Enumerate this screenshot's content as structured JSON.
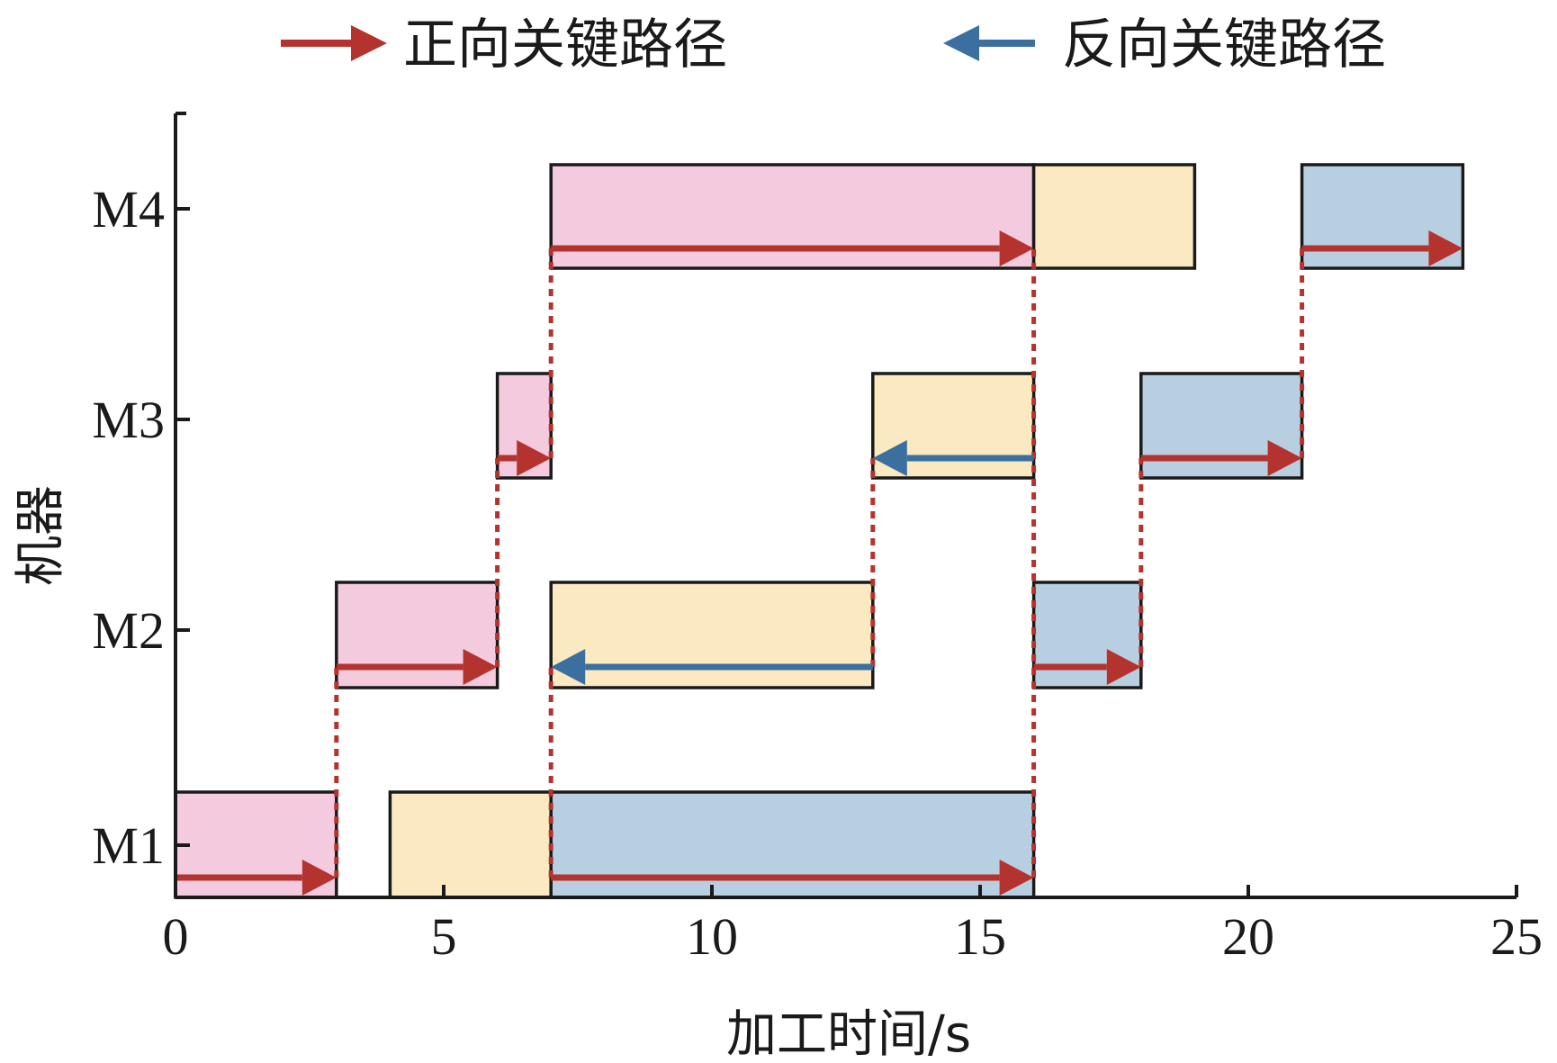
{
  "chart_data": {
    "type": "gantt",
    "title": "",
    "xlabel": "加工时间/s",
    "ylabel": "机器",
    "xlim": [
      0,
      25
    ],
    "xticks": [
      "0",
      "5",
      "10",
      "15",
      "20",
      "25"
    ],
    "machines": [
      "M1",
      "M2",
      "M3",
      "M4"
    ],
    "colors": {
      "pink": "#f4cadf",
      "yellow": "#fbe9c1",
      "blue": "#b8cfe2",
      "forward_arrow": "#b5332e",
      "backward_arrow": "#3a6fa0",
      "connector": "#b5332e",
      "border": "#1a1a1a"
    },
    "legend": [
      {
        "label": "正向关键路径",
        "direction": "forward",
        "color": "#b5332e"
      },
      {
        "label": "反向关键路径",
        "direction": "backward",
        "color": "#3a6fa0"
      }
    ],
    "tasks": [
      {
        "machine": "M1",
        "start": 0,
        "end": 3,
        "color": "pink"
      },
      {
        "machine": "M1",
        "start": 4,
        "end": 7,
        "color": "yellow"
      },
      {
        "machine": "M1",
        "start": 7,
        "end": 16,
        "color": "blue"
      },
      {
        "machine": "M2",
        "start": 3,
        "end": 6,
        "color": "pink"
      },
      {
        "machine": "M2",
        "start": 7,
        "end": 13,
        "color": "yellow"
      },
      {
        "machine": "M2",
        "start": 16,
        "end": 18,
        "color": "blue"
      },
      {
        "machine": "M3",
        "start": 6,
        "end": 7,
        "color": "pink"
      },
      {
        "machine": "M3",
        "start": 13,
        "end": 16,
        "color": "yellow"
      },
      {
        "machine": "M3",
        "start": 18,
        "end": 21,
        "color": "blue"
      },
      {
        "machine": "M4",
        "start": 7,
        "end": 16,
        "color": "pink"
      },
      {
        "machine": "M4",
        "start": 16,
        "end": 19,
        "color": "yellow"
      },
      {
        "machine": "M4",
        "start": 21,
        "end": 24,
        "color": "blue"
      }
    ],
    "arrows": [
      {
        "machine": "M1",
        "from": 0,
        "to": 3,
        "direction": "forward"
      },
      {
        "machine": "M1",
        "from": 7,
        "to": 16,
        "direction": "forward"
      },
      {
        "machine": "M2",
        "from": 3,
        "to": 6,
        "direction": "forward"
      },
      {
        "machine": "M2",
        "from": 13,
        "to": 7,
        "direction": "backward"
      },
      {
        "machine": "M2",
        "from": 16,
        "to": 18,
        "direction": "forward"
      },
      {
        "machine": "M3",
        "from": 6,
        "to": 7,
        "direction": "forward"
      },
      {
        "machine": "M3",
        "from": 16,
        "to": 13,
        "direction": "backward"
      },
      {
        "machine": "M3",
        "from": 18,
        "to": 21,
        "direction": "forward"
      },
      {
        "machine": "M4",
        "from": 7,
        "to": 16,
        "direction": "forward"
      },
      {
        "machine": "M4",
        "from": 21,
        "to": 24,
        "direction": "forward"
      }
    ],
    "connectors": [
      {
        "x": 3,
        "from_machine": "M1",
        "to_machine": "M2"
      },
      {
        "x": 6,
        "from_machine": "M2",
        "to_machine": "M3"
      },
      {
        "x": 7,
        "from_machine": "M3",
        "to_machine": "M4"
      },
      {
        "x": 7,
        "from_machine": "M1",
        "to_machine": "M2"
      },
      {
        "x": 13,
        "from_machine": "M2",
        "to_machine": "M3"
      },
      {
        "x": 16,
        "from_machine": "M1",
        "to_machine": "M4"
      },
      {
        "x": 18,
        "from_machine": "M2",
        "to_machine": "M3"
      },
      {
        "x": 21,
        "from_machine": "M3",
        "to_machine": "M4"
      }
    ]
  }
}
